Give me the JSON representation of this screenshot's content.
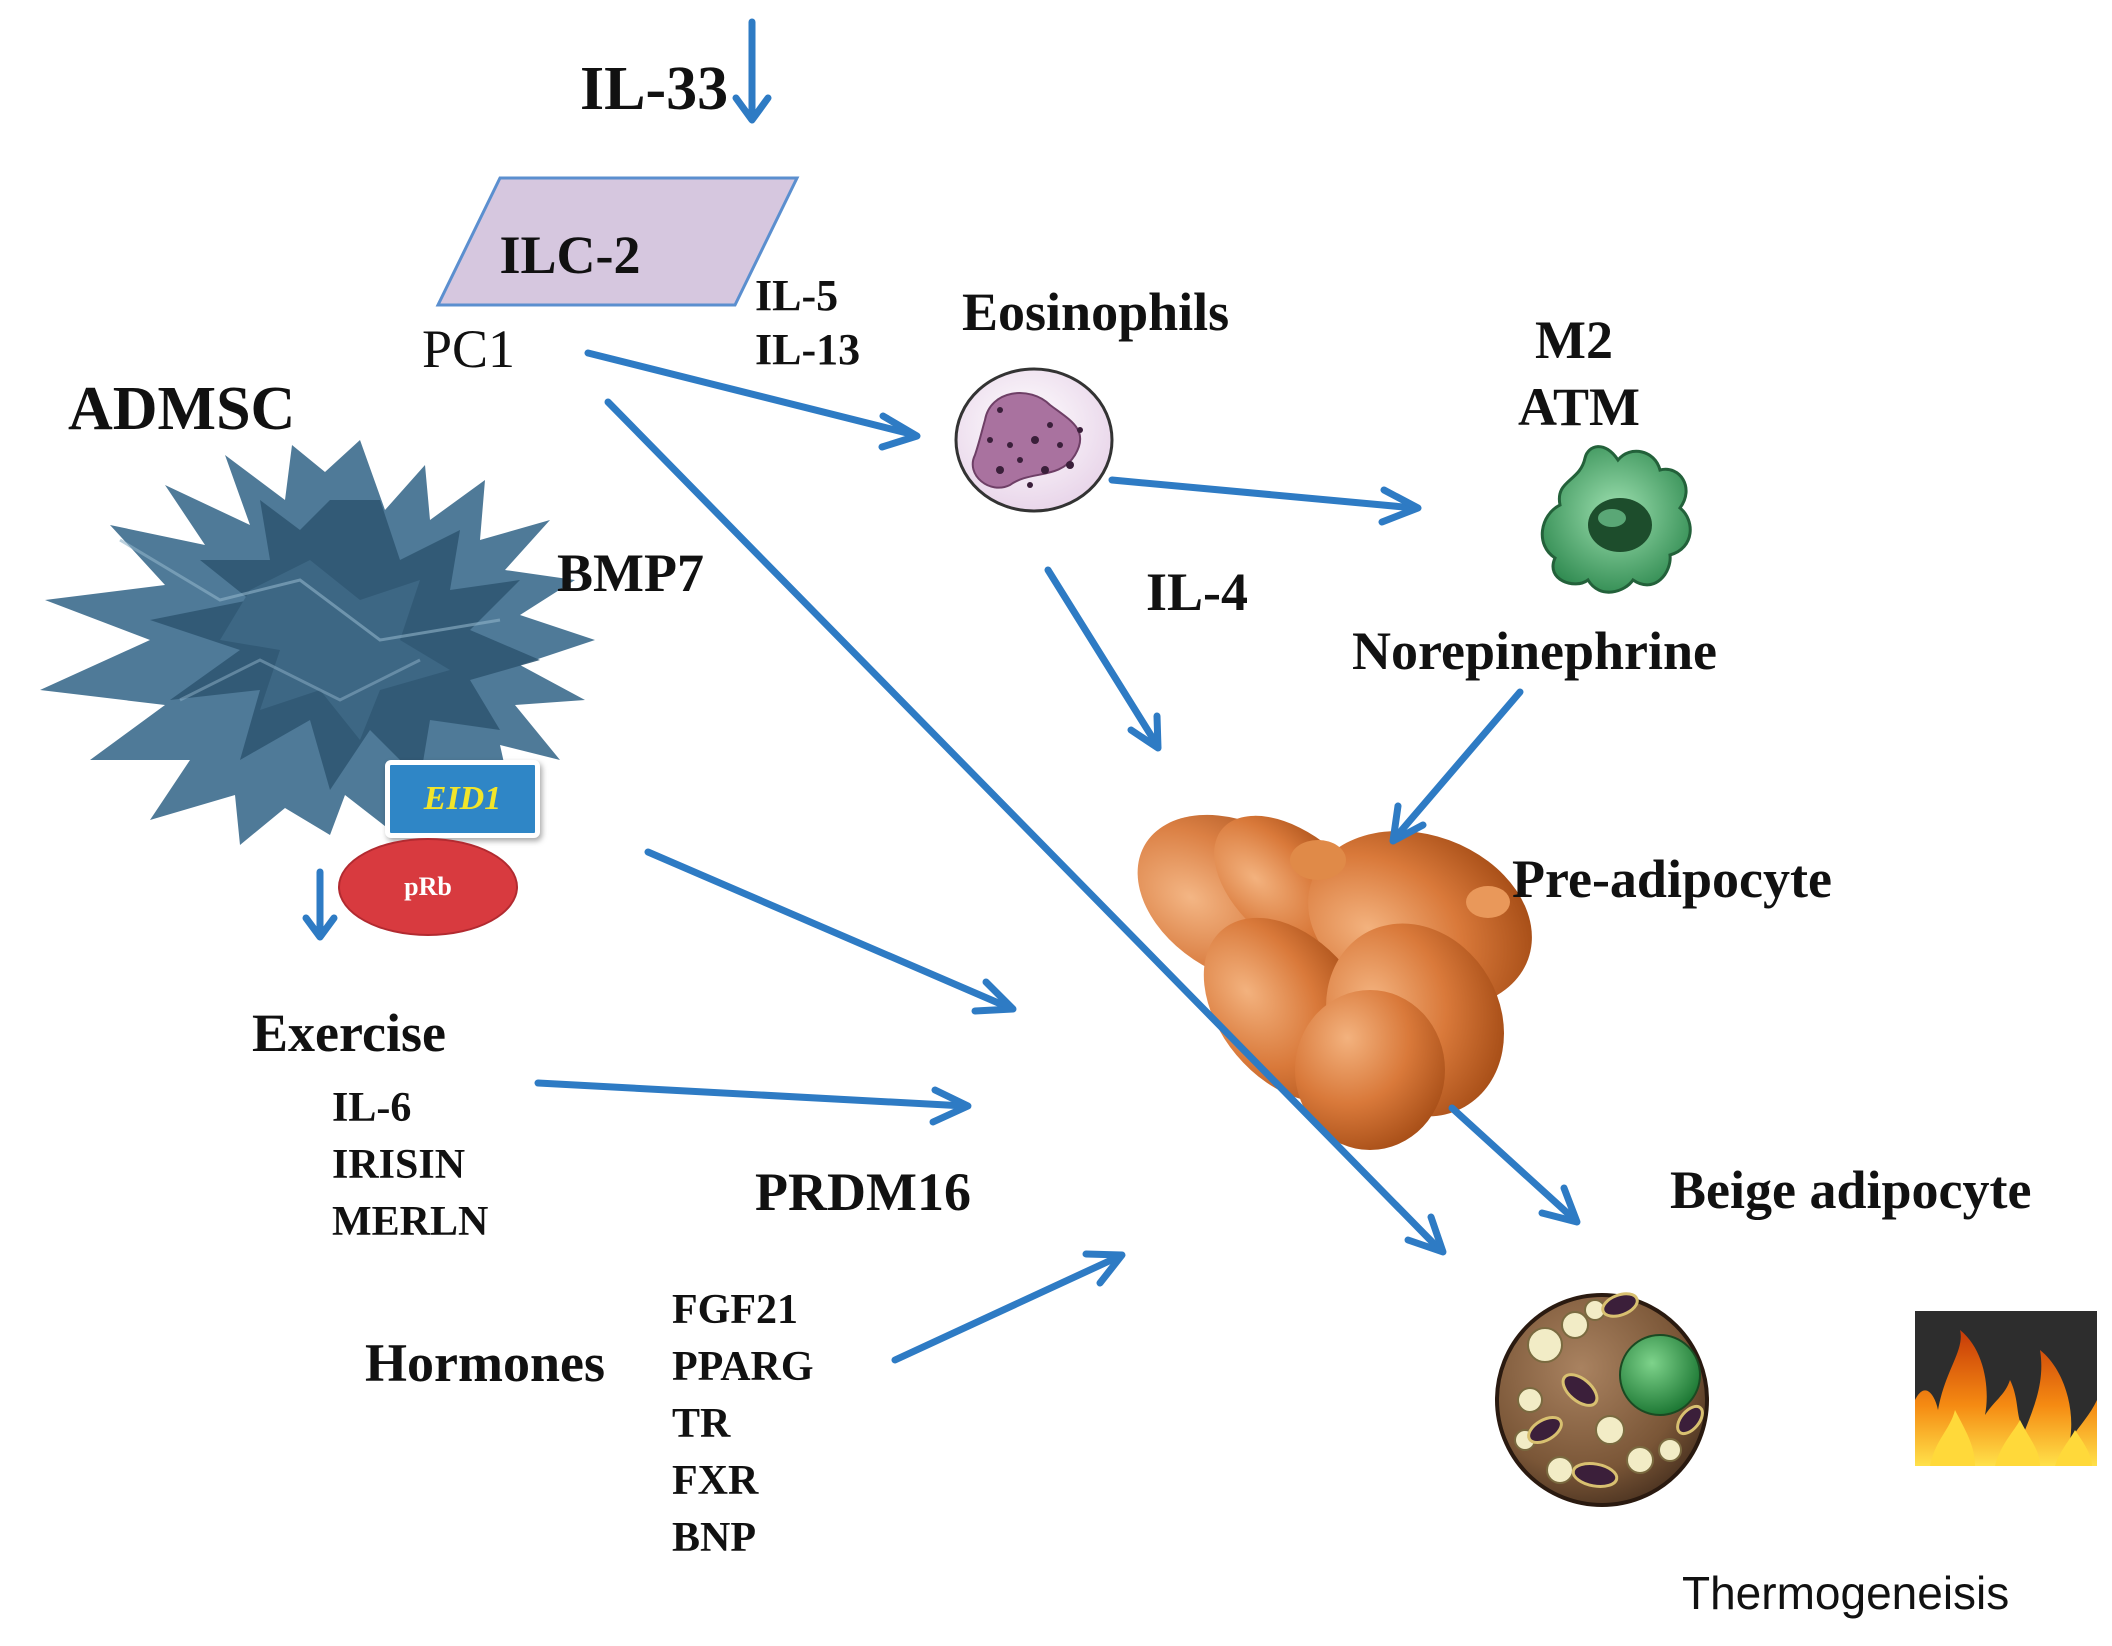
{
  "labels": {
    "il33": "IL-33",
    "ilc2": "ILC-2",
    "pc1": "PC1",
    "il5": "IL-5",
    "il13": "IL-13",
    "eosinophils": "Eosinophils",
    "m2": "M2",
    "atm": "ATM",
    "admsc": "ADMSC",
    "bmp7": "BMP7",
    "il4": "IL-4",
    "norepinephrine": "Norepinephrine",
    "eid1": "EID1",
    "prb": "pRb",
    "pre_adipocyte": "Pre-adipocyte",
    "exercise": "Exercise",
    "exercise_factors": [
      "IL-6",
      "IRISIN",
      "MERLN"
    ],
    "prdm16": "PRDM16",
    "beige_adipocyte": "Beige adipocyte",
    "hormones": "Hormones",
    "hormone_factors": [
      "FGF21",
      "PPARG",
      "TR",
      "FXR",
      "BNP"
    ],
    "thermogenesis": "Thermogeneisis"
  },
  "colors": {
    "arrow": "#2e7bc4",
    "ilc2_fill": "#d6c7df",
    "ilc2_border": "#5b8fcf",
    "eosinophil_cytoplasm": "#f6eef6",
    "eosinophil_nucleus": "#a9729f",
    "macrophage": "#4fa96f",
    "admsc": "#3d6784",
    "eid1_box": "#2f86c6",
    "eid1_text": "#f2e52a",
    "prb": "#d83a3f",
    "pre_adipocyte": "#d9793a",
    "beige_cell": "#6b4a2e",
    "beige_nucleus": "#2f9a48",
    "fire": "#f39a1f"
  },
  "icons": {
    "admsc": "spiky-cell-icon",
    "eosinophil": "eosinophil-cell-icon",
    "macrophage": "m2-macrophage-icon",
    "pre_adipocyte": "pre-adipocyte-cluster-icon",
    "beige_adipocyte": "beige-adipocyte-cell-icon",
    "fire": "fire-icon"
  }
}
